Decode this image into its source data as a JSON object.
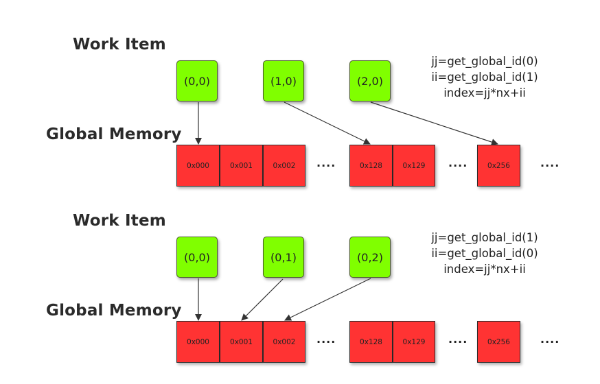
{
  "panels": [
    {
      "work_item_label": "Work Item",
      "global_memory_label": "Global Memory",
      "work_items": [
        "(0,0)",
        "(1,0)",
        "(2,0)"
      ],
      "formula": [
        "jj=get_global_id(0)",
        "ii=get_global_id(1)",
        "index=jj*nx+ii"
      ],
      "memory_cells": [
        "0x000",
        "0x001",
        "0x002",
        "0x128",
        "0x129",
        "0x256"
      ],
      "ellipsis": "....",
      "mapping": "work item i -> address i*128"
    },
    {
      "work_item_label": "Work Item",
      "global_memory_label": "Global Memory",
      "work_items": [
        "(0,0)",
        "(0,1)",
        "(0,2)"
      ],
      "formula": [
        "jj=get_global_id(1)",
        "ii=get_global_id(0)",
        "index=jj*nx+ii"
      ],
      "memory_cells": [
        "0x000",
        "0x001",
        "0x002",
        "0x128",
        "0x129",
        "0x256"
      ],
      "ellipsis": "....",
      "mapping": "work item i -> address i"
    }
  ],
  "colors": {
    "work_item_fill": "#80ff00",
    "memory_cell_fill": "#ff3333",
    "arrow": "#333333"
  }
}
